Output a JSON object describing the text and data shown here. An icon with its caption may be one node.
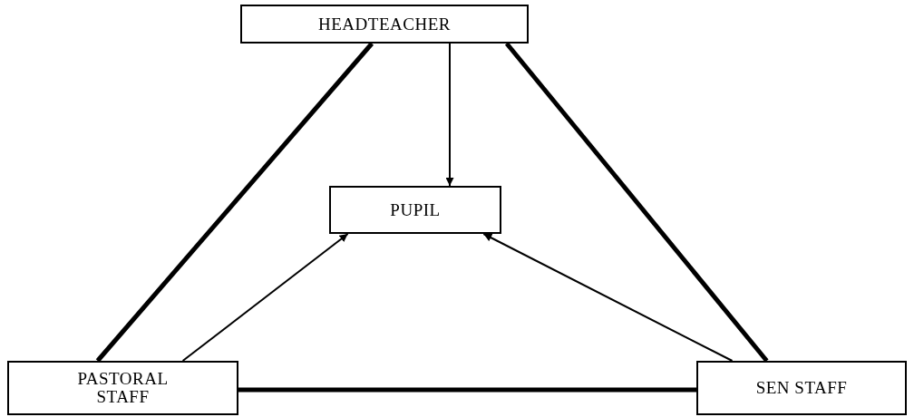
{
  "diagram": {
    "nodes": [
      {
        "text": [
          "HEADTEACHER"
        ]
      },
      {
        "text": [
          "PUPIL"
        ]
      },
      {
        "text": [
          "PASTORAL STAFF"
        ]
      },
      {
        "text": [
          "SEN STAFF"
        ]
      }
    ],
    "edges": [
      {
        "from": 0,
        "to": 1,
        "arrow": "to"
      },
      {
        "from": 0,
        "to": 2,
        "arrow": "none",
        "style": "thick"
      },
      {
        "from": 0,
        "to": 3,
        "arrow": "none",
        "style": "thick"
      },
      {
        "from": 2,
        "to": 1,
        "arrow": "to"
      },
      {
        "from": 3,
        "to": 1,
        "arrow": "to"
      },
      {
        "from": 2,
        "to": 3,
        "arrow": "none",
        "style": "thick"
      }
    ]
  }
}
